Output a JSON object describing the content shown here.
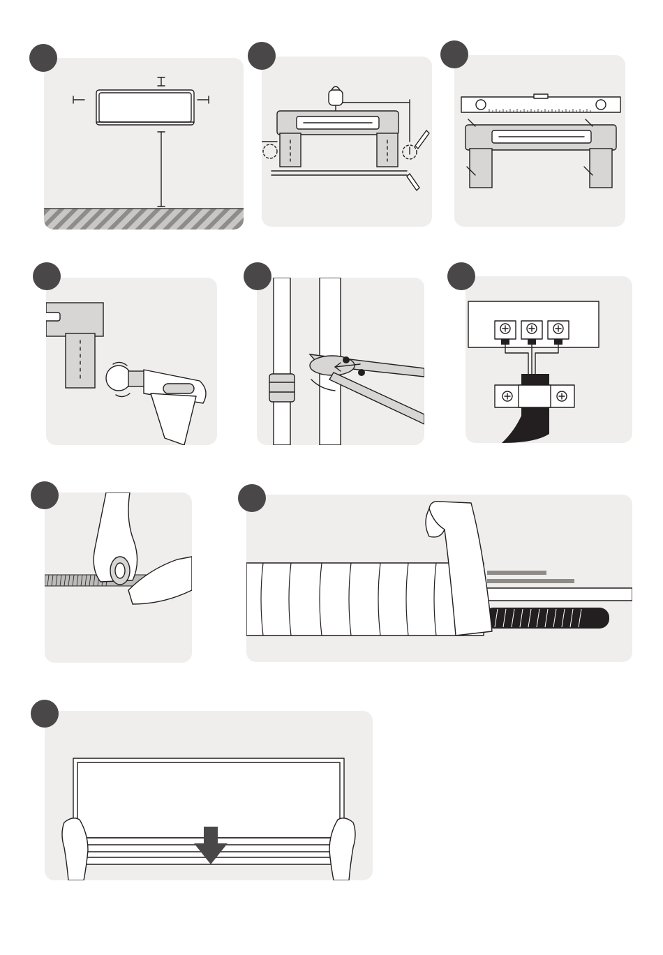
{
  "page": {
    "background": "#ffffff",
    "panel_color": "#efeeec",
    "badge_color": "#4a4748",
    "ink_color": "#231f20"
  },
  "steps": [
    {
      "icon": "indoor-unit-clearance-illustration"
    },
    {
      "icon": "mounting-plate-marking-illustration"
    },
    {
      "icon": "spirit-level-illustration"
    },
    {
      "icon": "wall-drilling-illustration"
    },
    {
      "icon": "wrench-pipe-connection-illustration"
    },
    {
      "icon": "terminal-block-wiring-illustration"
    },
    {
      "icon": "hand-taping-pipe-illustration"
    },
    {
      "icon": "pipe-wrapping-tape-illustration"
    },
    {
      "icon": "hang-indoor-unit-illustration"
    }
  ]
}
